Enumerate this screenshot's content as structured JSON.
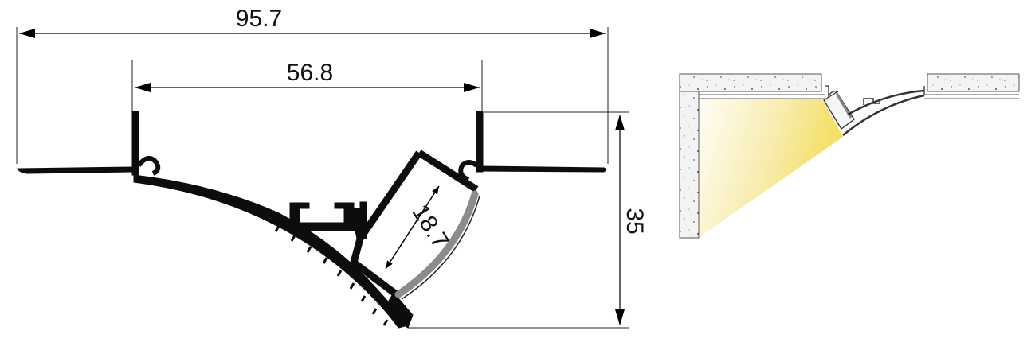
{
  "profile_drawing": {
    "dimensions": {
      "overall_width": "95.7",
      "inner_width": "56.8",
      "height": "35",
      "diffuser_width": "18.7"
    }
  },
  "installation_view": {
    "light_color": "#f3de5a"
  }
}
